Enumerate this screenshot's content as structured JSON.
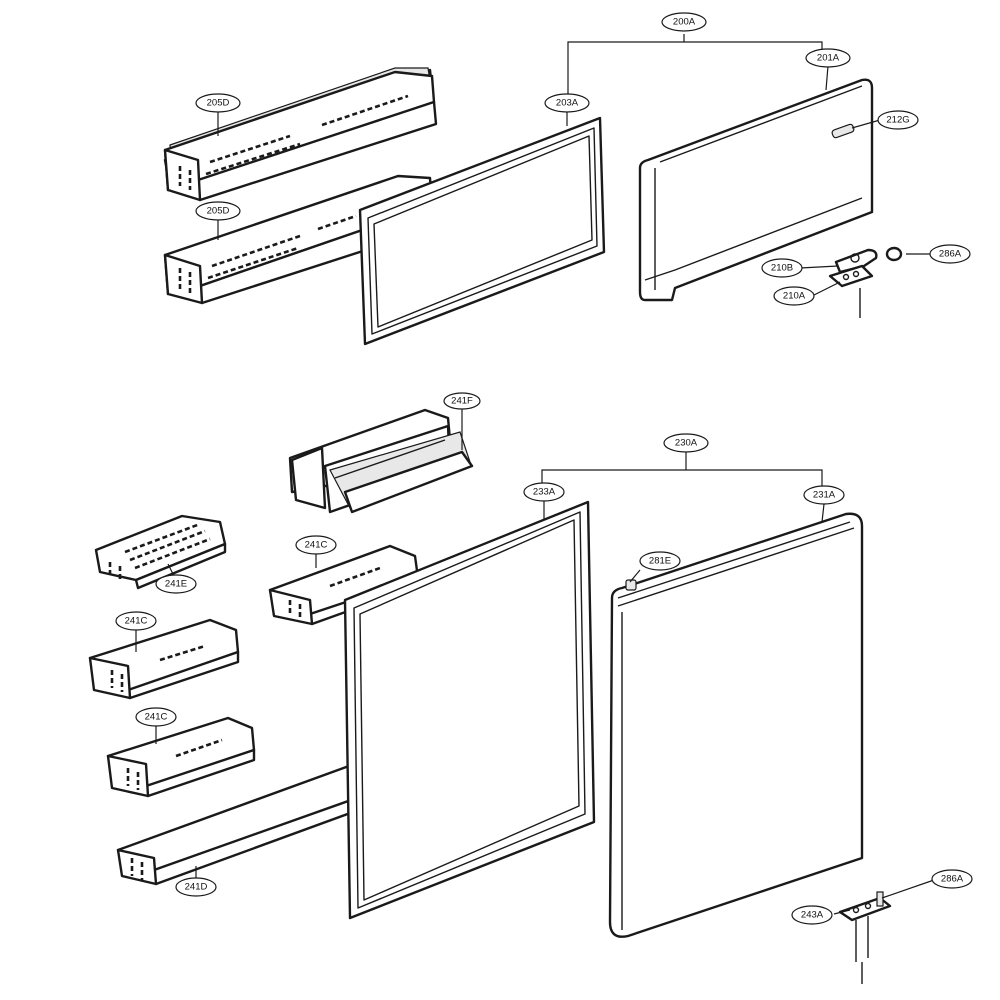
{
  "callouts": {
    "200A": "200A",
    "201A": "201A",
    "203A": "203A",
    "205D_top": "205D",
    "205D_bottom": "205D",
    "212G": "212G",
    "210B": "210B",
    "210A": "210A",
    "286A_top": "286A",
    "241F": "241F",
    "230A": "230A",
    "233A": "233A",
    "231A": "231A",
    "281E": "281E",
    "241E": "241E",
    "241C_center": "241C",
    "241C_left_upper": "241C",
    "241C_left_lower": "241C",
    "241D": "241D",
    "286A_bottom": "286A",
    "243A": "243A"
  }
}
